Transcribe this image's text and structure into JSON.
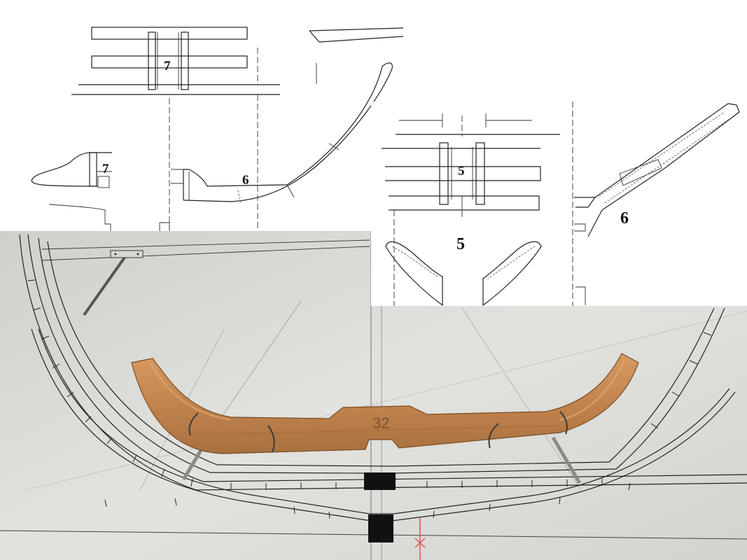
{
  "drawing_top_left": {
    "labels": [
      "7",
      "7",
      "6"
    ]
  },
  "drawing_top_right": {
    "labels": [
      "5",
      "5",
      "6"
    ]
  },
  "photo": {
    "pencil_mark": "32"
  },
  "colors": {
    "paper": "#ffffff",
    "photo_paper": "#dcdcd7",
    "wood": "#c98a52",
    "ink": "#222222",
    "red_mark": "#e05050"
  }
}
